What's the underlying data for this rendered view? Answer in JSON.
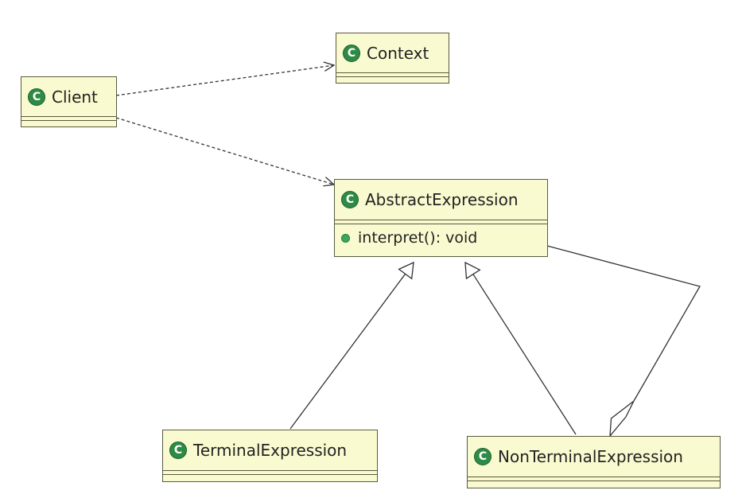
{
  "diagram": {
    "classes": {
      "client": {
        "name": "Client",
        "icon": "class-icon",
        "icon_letter": "C"
      },
      "context": {
        "name": "Context",
        "icon": "class-icon",
        "icon_letter": "C"
      },
      "abstract_expression": {
        "name": "AbstractExpression",
        "icon": "class-icon",
        "icon_letter": "C",
        "methods": [
          {
            "text": "interpret(): void",
            "icon": "public-method-icon"
          }
        ]
      },
      "terminal_expression": {
        "name": "TerminalExpression",
        "icon": "class-icon",
        "icon_letter": "C"
      },
      "nonterminal_expression": {
        "name": "NonTerminalExpression",
        "icon": "class-icon",
        "icon_letter": "C"
      }
    },
    "relationships": [
      {
        "from": "Client",
        "to": "Context",
        "type": "dependency"
      },
      {
        "from": "Client",
        "to": "AbstractExpression",
        "type": "dependency"
      },
      {
        "from": "TerminalExpression",
        "to": "AbstractExpression",
        "type": "generalization"
      },
      {
        "from": "NonTerminalExpression",
        "to": "AbstractExpression",
        "type": "generalization"
      },
      {
        "from": "NonTerminalExpression",
        "to": "AbstractExpression",
        "type": "aggregation"
      }
    ],
    "colors": {
      "class_fill": "#fafad0",
      "class_border": "#5a5a40",
      "class_icon": "#2e8b46",
      "method_icon": "#3aa85a",
      "connector": "#333333"
    }
  }
}
